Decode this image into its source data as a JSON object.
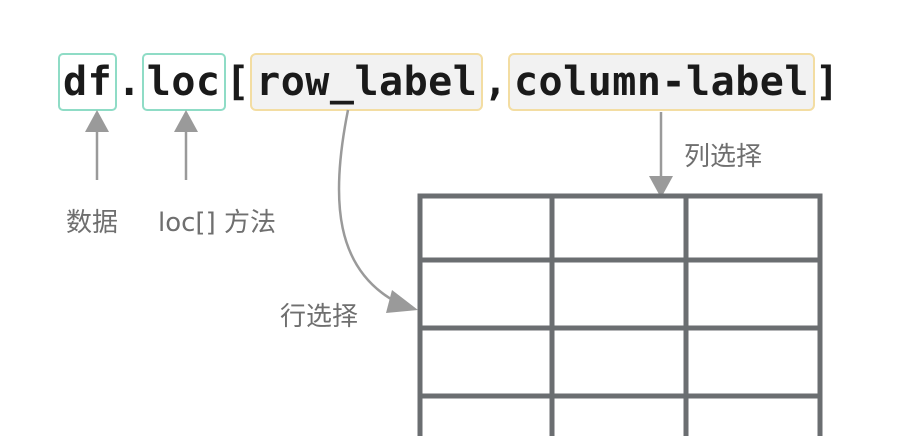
{
  "code": {
    "object": "df",
    "dot": ".",
    "method": "loc",
    "open_bracket": "[",
    "row_param": "row_label",
    "comma": ",",
    "col_param": "column-label",
    "close_bracket": "]"
  },
  "labels": {
    "data": "数据",
    "method": "loc[] 方法",
    "column_select": "列选择",
    "row_select": "行选择"
  },
  "colors": {
    "teal_box": "#8fdcc6",
    "yellow_box": "#f3dda2",
    "arrow": "#9a9a9a",
    "grid": "#6b6e71",
    "text": "#6f6f6f"
  }
}
